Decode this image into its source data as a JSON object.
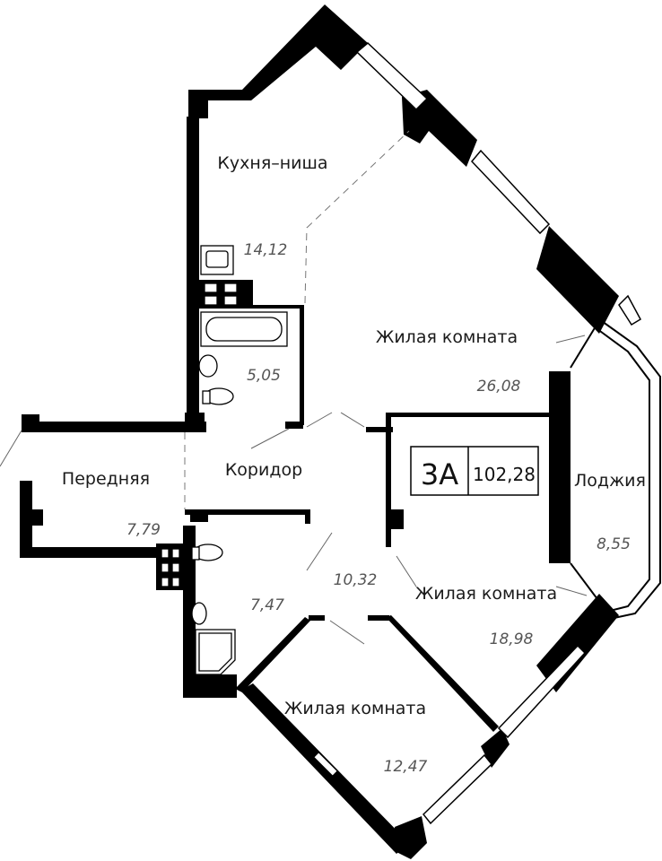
{
  "apartment": {
    "type_label": "3А",
    "total_area": "102,28"
  },
  "rooms": [
    {
      "name": "Кухня–ниша",
      "area": "14,12"
    },
    {
      "name": "",
      "area": "5,05"
    },
    {
      "name": "Жилая комната",
      "area": "26,08"
    },
    {
      "name": "Коридор",
      "area": "10,32"
    },
    {
      "name": "Передняя",
      "area": "7,79"
    },
    {
      "name": "",
      "area": "7,47"
    },
    {
      "name": "Жилая комната",
      "area": "18,98"
    },
    {
      "name": "Жилая комната",
      "area": "12,47"
    },
    {
      "name": "Лоджия",
      "area": "8,55"
    }
  ]
}
